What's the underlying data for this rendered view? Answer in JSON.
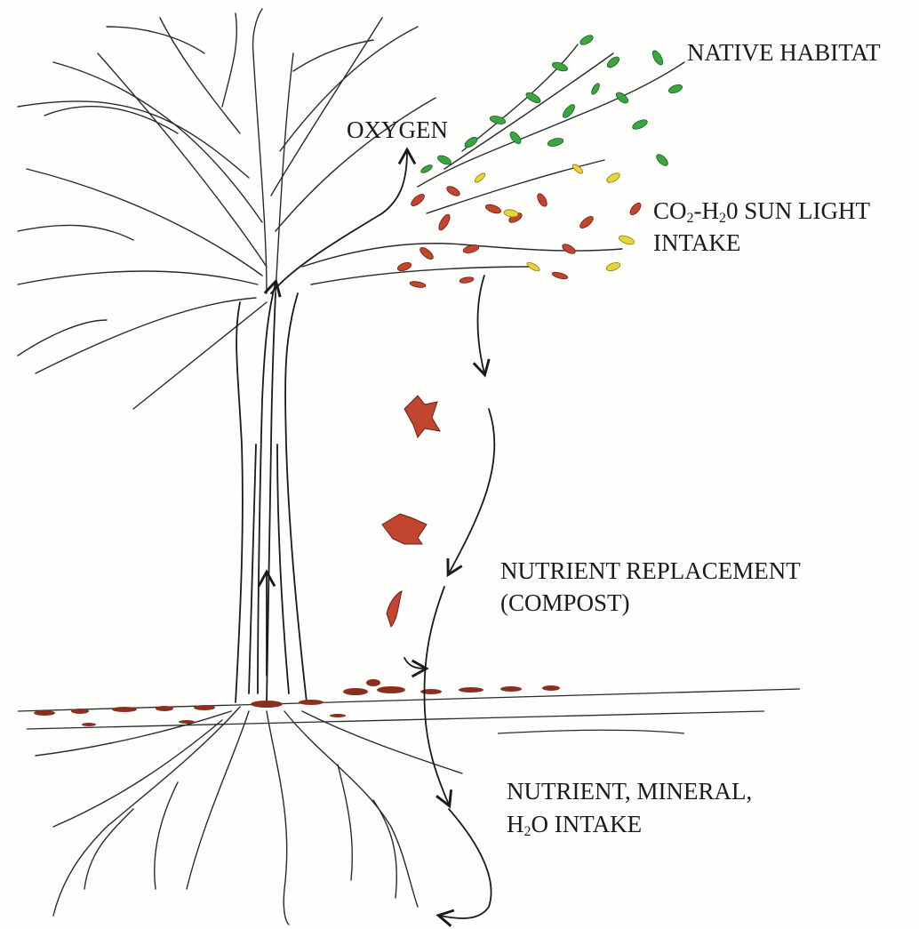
{
  "labels": {
    "native_habitat": "NATIVE HABITAT",
    "oxygen": "OXYGEN",
    "co2_prefix": "CO",
    "co2_sub": "2",
    "h2_prefix": "-H",
    "h2_sub": "2",
    "sunlight_suffix": "0 SUN LIGHT",
    "intake": "INTAKE",
    "nutrient_replacement": "NUTRIENT REPLACEMENT",
    "compost": "(COMPOST)",
    "nutrient_mineral": "NUTRIENT, MINERAL,",
    "h2o_prefix": "H",
    "h2o_sub": "2",
    "h2o_suffix": "O INTAKE"
  },
  "colors": {
    "ink": "#1a1a1a",
    "leaf_green": "#3aa641",
    "leaf_red": "#c2452f",
    "leaf_yellow": "#e6d43a",
    "soil_red": "#8b2e1e"
  }
}
